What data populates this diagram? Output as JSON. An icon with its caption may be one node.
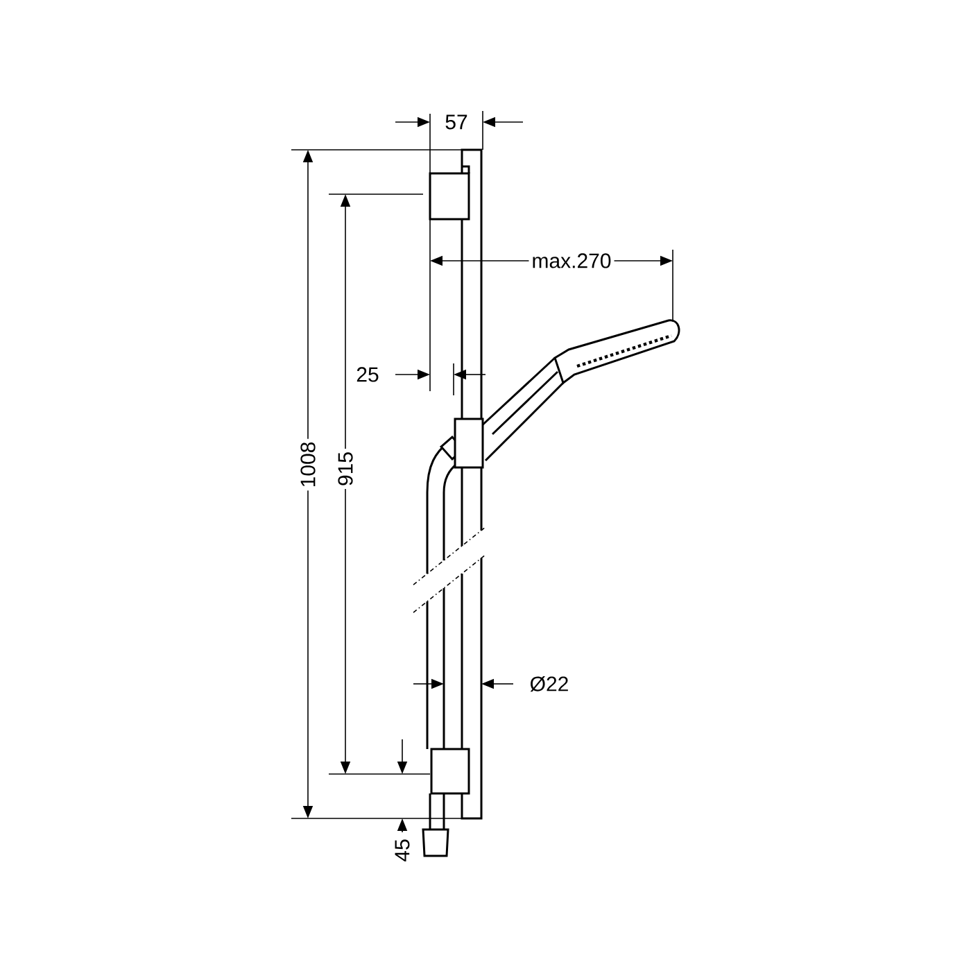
{
  "diagram": {
    "labels": [
      "57",
      "max.270",
      "25",
      "1008",
      "915",
      "Ø22",
      "45"
    ]
  }
}
